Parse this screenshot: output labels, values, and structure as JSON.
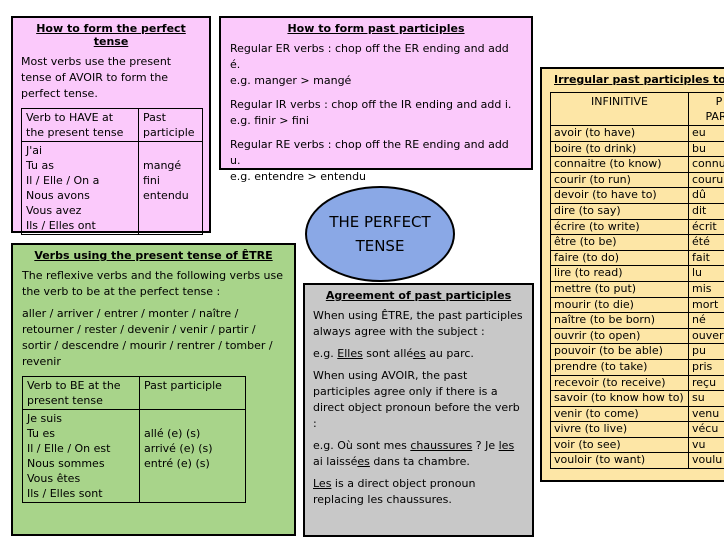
{
  "perfect_tense": {
    "title": "How to form the perfect tense",
    "intro": "Most verbs use the present tense of AVOIR to form the perfect tense.",
    "col1_header": "Verb to HAVE at the present tense",
    "col2_header": "Past participle",
    "pronouns": [
      "J'ai",
      "Tu as",
      "Il / Elle / On a",
      "Nous avons",
      "Vous avez",
      "Ils / Elles ont"
    ],
    "participles": [
      "mangé",
      "fini",
      "entendu"
    ]
  },
  "past_participles": {
    "title": "How to form past participles",
    "rules": [
      {
        "line1": "Regular ER verbs : chop off the ER ending and add é.",
        "line2": "e.g. manger > mangé"
      },
      {
        "line1": "Regular IR verbs : chop off the IR ending and add i.",
        "line2": "e.g. finir > fini"
      },
      {
        "line1": "Regular RE verbs : chop off the RE ending and add u.",
        "line2": "e.g. entendre > entendu"
      }
    ]
  },
  "center": {
    "line1": "THE PERFECT",
    "line2": "TENSE"
  },
  "etre": {
    "title": "Verbs using the present tense of ÊTRE",
    "intro": "The reflexive verbs and the following verbs use the verb to be at the perfect tense :",
    "verbs": "aller / arriver / entrer / monter / naître / retourner / rester / devenir / venir / partir / sortir / descendre / mourir / rentrer / tomber / revenir",
    "col1_header": "Verb to BE at the present tense",
    "col2_header": "Past participle",
    "pronouns": [
      "Je suis",
      "Tu es",
      "Il / Elle / On est",
      "Nous sommes",
      "Vous êtes",
      "Ils / Elles sont"
    ],
    "participles": [
      "allé (e) (s)",
      "arrivé (e) (s)",
      "entré (e) (s)"
    ]
  },
  "agreement": {
    "title": "Agreement of past participles",
    "p1": "When using ÊTRE, the past participles always agree with the subject :",
    "ex1_a": "e.g. ",
    "ex1_b": "Elles",
    "ex1_c": " sont allé",
    "ex1_d": "es",
    "ex1_e": " au parc.",
    "p2": "When using AVOIR, the past participles agree only if there is a direct object pronoun before the verb :",
    "ex2_a": "e.g. Où sont mes ",
    "ex2_b": "chaussures",
    "ex2_c": " ? Je ",
    "ex2_d": "les",
    "ex2_e": " ai laissé",
    "ex2_f": "es",
    "ex2_g": " dans ta chambre.",
    "p3_a": "Les",
    "p3_b": " is a direct object pronoun replacing les chaussures."
  },
  "irregular": {
    "title": "Irregular past participles to lea",
    "col1_header": "INFINITIVE",
    "col2_header_line1": "P",
    "col2_header_line2": "PART",
    "rows": [
      [
        "avoir (to have)",
        "eu"
      ],
      [
        "boire (to drink)",
        "bu"
      ],
      [
        "connaitre (to know)",
        "connu"
      ],
      [
        "courir (to run)",
        "couru"
      ],
      [
        "devoir (to have to)",
        "dû"
      ],
      [
        "dire (to say)",
        "dit"
      ],
      [
        "écrire (to write)",
        "écrit"
      ],
      [
        "être (to be)",
        "été"
      ],
      [
        "faire (to do)",
        "fait"
      ],
      [
        "lire (to read)",
        "lu"
      ],
      [
        "mettre (to put)",
        "mis"
      ],
      [
        "mourir (to die)",
        "mort"
      ],
      [
        "naître (to be born)",
        "né"
      ],
      [
        "ouvrir (to open)",
        "ouvert"
      ],
      [
        "pouvoir (to be able)",
        "pu"
      ],
      [
        "prendre (to take)",
        "pris"
      ],
      [
        "recevoir (to receive)",
        "reçu"
      ],
      [
        "savoir (to know how to)",
        "su"
      ],
      [
        "venir (to come)",
        "venu"
      ],
      [
        "vivre (to live)",
        "vécu"
      ],
      [
        "voir (to see)",
        "vu"
      ],
      [
        "vouloir (to want)",
        "voulu"
      ]
    ]
  },
  "colors": {
    "pink": "#fbc9fb",
    "green": "#a8d48a",
    "grey": "#c8c8c8",
    "yellow": "#fde6a6",
    "ellipse": "#8aa8e6"
  }
}
